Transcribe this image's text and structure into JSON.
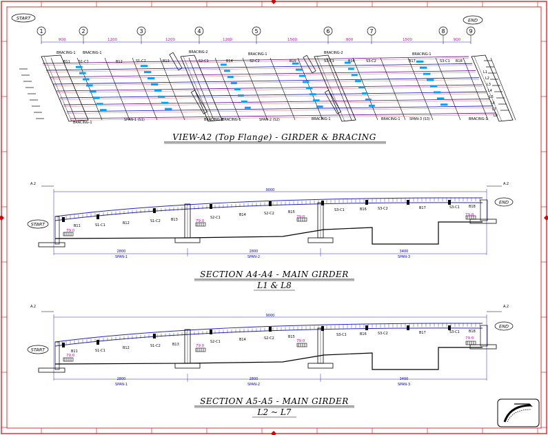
{
  "colors": {
    "frame": "#d80000",
    "ink": "#000000",
    "girder": "#2222cc",
    "bracing": "#7a1fa2",
    "dimension": "#d000d0",
    "highlight": "#00a2ff",
    "grid": "#1f9ad6"
  },
  "top_view": {
    "start_label": "START",
    "end_label": "END",
    "axes": [
      {
        "num": "1"
      },
      {
        "num": "2"
      },
      {
        "num": "3"
      },
      {
        "num": "4"
      },
      {
        "num": "5"
      },
      {
        "num": "6"
      },
      {
        "num": "7"
      },
      {
        "num": "8"
      },
      {
        "num": "9"
      }
    ],
    "spacings": [
      "900",
      "1200",
      "1200",
      "1200",
      "1500",
      "900",
      "1500",
      "900"
    ],
    "bracing_labels_top": [
      "BRACING-1",
      "BRACING-1",
      "BRACING-2",
      "BRACING-1",
      "BRACING-2",
      "BRACING-1"
    ],
    "girder_labels": [
      "B11",
      "S1-C1",
      "B12",
      "S1-C2",
      "B13",
      "S2-C1",
      "B14",
      "S2-C2",
      "B15",
      "S3-C1",
      "B16",
      "S3-C2",
      "B17",
      "S3-C1",
      "B18"
    ],
    "bracing_labels_bottom": [
      "BRACING-1",
      "BRACING-1",
      "BRACING-1",
      "BRACING-1",
      "BRACING-1",
      "BRACING-1"
    ],
    "span_labels": [
      "SPAN-1 (S1)",
      "SPAN-2 (S2)",
      "SPAN-3 (S3)"
    ],
    "line_labels": [
      "L1",
      "L2",
      "L3",
      "L4",
      "L5",
      "L6",
      "L7",
      "L8"
    ],
    "title": "VIEW-A2 (Top Flange) - GIRDER & BRACING"
  },
  "section_a4": {
    "cut_label": "A.2",
    "total": "9000",
    "start_label": "START",
    "end_label": "END",
    "girder_labels": [
      "B11",
      "S1-C1",
      "B12",
      "S1-C2",
      "B13",
      "S2-C1",
      "B14",
      "S2-C2",
      "B15",
      "S3-C1",
      "B16",
      "S3-C2",
      "B17",
      "S3-C1",
      "B18"
    ],
    "support_dims": [
      "79.0",
      "79.0",
      "79.0",
      "79.0"
    ],
    "spans": [
      {
        "length": "2800",
        "name": "SPAN-1"
      },
      {
        "length": "2800",
        "name": "SPAN-2"
      },
      {
        "length": "3400",
        "name": "SPAN-3"
      }
    ],
    "title": "SECTION A4-A4 - MAIN GIRDER",
    "subtitle": "L1 & L8"
  },
  "section_a5": {
    "cut_label": "A.2",
    "total": "9000",
    "start_label": "START",
    "end_label": "END",
    "girder_labels": [
      "B11",
      "S1-C1",
      "B12",
      "S1-C2",
      "B13",
      "S2-C1",
      "B14",
      "S2-C2",
      "B15",
      "S3-C1",
      "B16",
      "S3-C2",
      "B17",
      "S3-C1",
      "B18"
    ],
    "support_dims": [
      "79.0",
      "79.0",
      "79.0",
      "79.0"
    ],
    "spans": [
      {
        "length": "2800",
        "name": "SPAN-1"
      },
      {
        "length": "2800",
        "name": "SPAN-2"
      },
      {
        "length": "3400",
        "name": "SPAN-3"
      }
    ],
    "title": "SECTION A5-A5 - MAIN GIRDER",
    "subtitle": "L2 ~ L7"
  }
}
